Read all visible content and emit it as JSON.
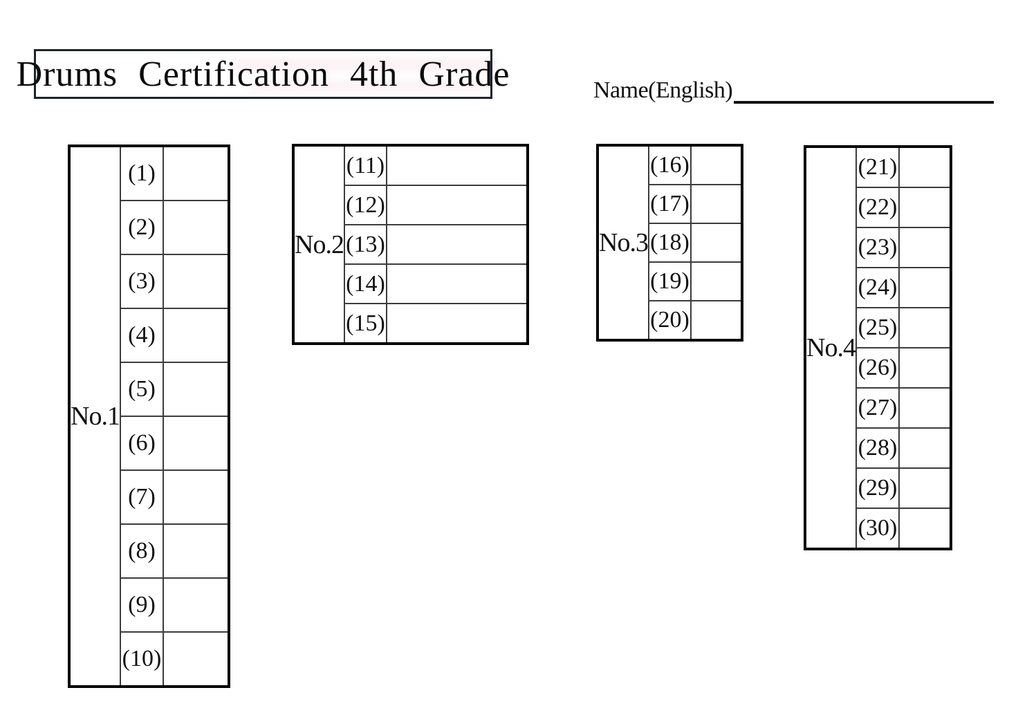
{
  "page": {
    "background": "#ffffff",
    "text_color": "#111111",
    "outer_border_color": "#000000",
    "inner_line_color": "#3c3c3c",
    "title_box_border_color": "#1d232e",
    "bleed_artifact_color": "#eeb3c4"
  },
  "header": {
    "title": "Drums Certification 4th Grade",
    "name_label": "Name(English)",
    "name_value": ""
  },
  "sections": [
    {
      "label": "No.1",
      "rows": [
        {
          "num": "(1)",
          "answer": ""
        },
        {
          "num": "(2)",
          "answer": ""
        },
        {
          "num": "(3)",
          "answer": ""
        },
        {
          "num": "(4)",
          "answer": ""
        },
        {
          "num": "(5)",
          "answer": ""
        },
        {
          "num": "(6)",
          "answer": ""
        },
        {
          "num": "(7)",
          "answer": ""
        },
        {
          "num": "(8)",
          "answer": ""
        },
        {
          "num": "(9)",
          "answer": ""
        },
        {
          "num": "(10)",
          "answer": ""
        }
      ]
    },
    {
      "label": "No.2",
      "rows": [
        {
          "num": "(11)",
          "answer": ""
        },
        {
          "num": "(12)",
          "answer": ""
        },
        {
          "num": "(13)",
          "answer": ""
        },
        {
          "num": "(14)",
          "answer": ""
        },
        {
          "num": "(15)",
          "answer": ""
        }
      ]
    },
    {
      "label": "No.3",
      "rows": [
        {
          "num": "(16)",
          "answer": ""
        },
        {
          "num": "(17)",
          "answer": ""
        },
        {
          "num": "(18)",
          "answer": ""
        },
        {
          "num": "(19)",
          "answer": ""
        },
        {
          "num": "(20)",
          "answer": ""
        }
      ]
    },
    {
      "label": "No.4",
      "rows": [
        {
          "num": "(21)",
          "answer": ""
        },
        {
          "num": "(22)",
          "answer": ""
        },
        {
          "num": "(23)",
          "answer": ""
        },
        {
          "num": "(24)",
          "answer": ""
        },
        {
          "num": "(25)",
          "answer": ""
        },
        {
          "num": "(26)",
          "answer": ""
        },
        {
          "num": "(27)",
          "answer": ""
        },
        {
          "num": "(28)",
          "answer": ""
        },
        {
          "num": "(29)",
          "answer": ""
        },
        {
          "num": "(30)",
          "answer": ""
        }
      ]
    }
  ]
}
